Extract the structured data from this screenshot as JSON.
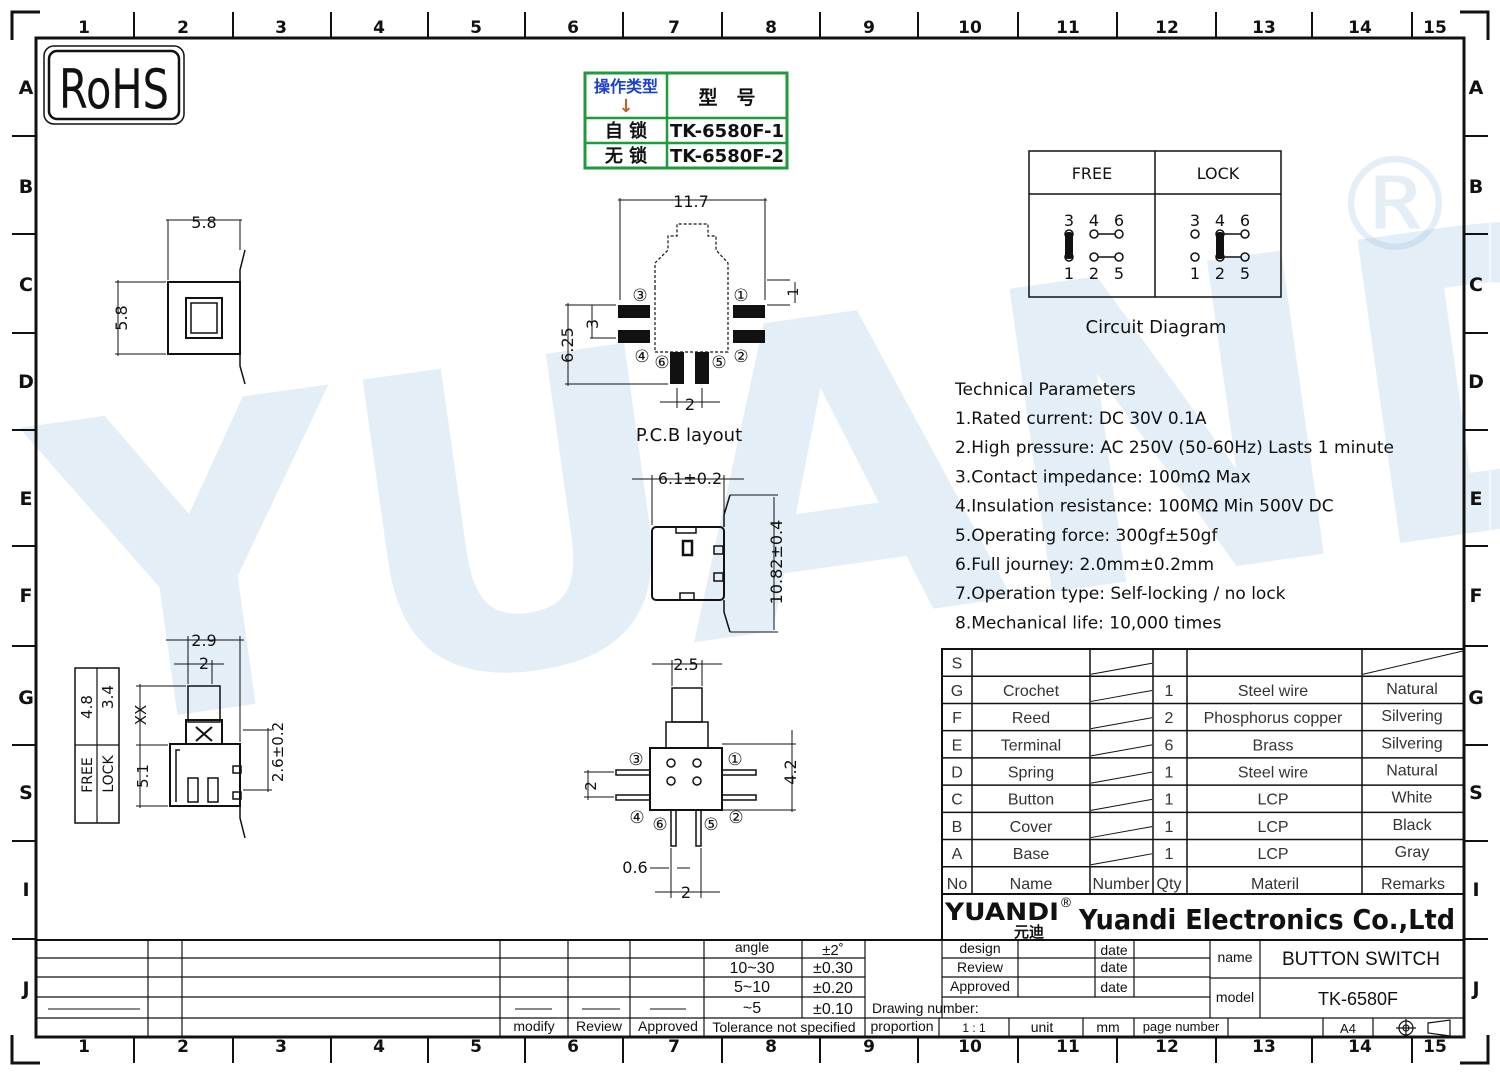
{
  "frame": {
    "columns": [
      "1",
      "2",
      "3",
      "4",
      "5",
      "6",
      "7",
      "8",
      "9",
      "10",
      "11",
      "12",
      "13",
      "14",
      "15"
    ],
    "rows": [
      "A",
      "B",
      "C",
      "D",
      "E",
      "F",
      "G",
      "S",
      "I",
      "J"
    ]
  },
  "rohs": "RoHS",
  "watermark": {
    "text": "YUANDI",
    "registered": "®"
  },
  "type_table": {
    "header_type": "操作类型",
    "header_arrow": "↓",
    "header_model": "型　号",
    "rows": [
      {
        "type": "自 锁",
        "model": "TK-6580F-1"
      },
      {
        "type": "无 锁",
        "model": "TK-6580F-2"
      }
    ]
  },
  "circuit": {
    "free_label": "FREE",
    "lock_label": "LOCK",
    "pins_top": [
      "3",
      "4",
      "6"
    ],
    "pins_bottom": [
      "1",
      "2",
      "5"
    ],
    "caption": "Circuit  Diagram"
  },
  "dims": {
    "top_w": "5.8",
    "top_h": "5.8",
    "pcb_w": "11.7",
    "pcb_h": "6.25",
    "pcb_pitch": "3",
    "pcb_pad": "1",
    "pcb_gap": "2",
    "side_w": "6.1±0.2",
    "side_h": "10.82±0.4",
    "stroke_a": "2.9",
    "stroke_b": "2",
    "stroke_xx": "XX",
    "stroke_51": "5.1",
    "stroke_26": "2.6±0.2",
    "front_w": "2.5",
    "front_h": "4.2",
    "front_pitch": "2",
    "front_pin": "0.6",
    "front_gap": "2"
  },
  "pcb_caption": "P.C.B  layout",
  "pin_labels": [
    "①",
    "②",
    "③",
    "④",
    "⑤",
    "⑥"
  ],
  "stroke_table": {
    "free": "FREE",
    "lock": "LOCK",
    "v1": "4.8",
    "v2": "3.4"
  },
  "params": {
    "title": "Technical Parameters",
    "items": [
      "1.Rated current: DC 30V 0.1A",
      "2.High pressure: AC 250V  (50-60Hz)  Lasts 1 minute",
      "3.Contact impedance: 100mΩ Max",
      "4.Insulation resistance: 100MΩ Min 500V DC",
      "5.Operating force: 300gf±50gf",
      "6.Full journey: 2.0mm±0.2mm",
      "7.Operation type: Self-locking / no lock",
      "8.Mechanical life: 10,000 times"
    ]
  },
  "bom": {
    "header": {
      "no": "No",
      "name": "Name",
      "number": "Number",
      "qty": "Qty",
      "material": "Materil",
      "remarks": "Remarks"
    },
    "rows": [
      {
        "no": "S",
        "name": "",
        "qty": "",
        "material": "",
        "remarks": ""
      },
      {
        "no": "G",
        "name": "Crochet",
        "qty": "1",
        "material": "Steel wire",
        "remarks": "Natural"
      },
      {
        "no": "F",
        "name": "Reed",
        "qty": "2",
        "material": "Phosphorus copper",
        "remarks": "Silvering"
      },
      {
        "no": "E",
        "name": "Terminal",
        "qty": "6",
        "material": "Brass",
        "remarks": "Silvering"
      },
      {
        "no": "D",
        "name": "Spring",
        "qty": "1",
        "material": "Steel wire",
        "remarks": "Natural"
      },
      {
        "no": "C",
        "name": "Button",
        "qty": "1",
        "material": "LCP",
        "remarks": "White"
      },
      {
        "no": "B",
        "name": "Cover",
        "qty": "1",
        "material": "LCP",
        "remarks": "Black"
      },
      {
        "no": "A",
        "name": "Base",
        "qty": "1",
        "material": "LCP",
        "remarks": "Gray"
      }
    ]
  },
  "company": {
    "logo": "YUANDI",
    "logo_cn": "元迪",
    "reg": "®",
    "name": "Yuandi Electronics Co.,Ltd"
  },
  "title_block": {
    "design": "design",
    "review": "Review",
    "approved": "Approved",
    "date": "date",
    "name_label": "name",
    "name_value": "BUTTON SWITCH",
    "model_label": "model",
    "model_value": "TK-6580F",
    "drawing_number": "Drawing number:",
    "proportion": "proportion",
    "scale": "1 : 1",
    "unit": "unit",
    "unit_value": "mm",
    "page_number": "page number",
    "paper": "A4"
  },
  "tolerance": {
    "rows": [
      {
        "range": "angle",
        "value": "±2˚"
      },
      {
        "range": "10~30",
        "value": "±0.30"
      },
      {
        "range": "5~10",
        "value": "±0.20"
      },
      {
        "range": "~5",
        "value": "±0.10"
      }
    ],
    "caption": "Tolerance not specified"
  },
  "revision": {
    "modify": "modify",
    "review": "Review",
    "approved": "Approved"
  }
}
